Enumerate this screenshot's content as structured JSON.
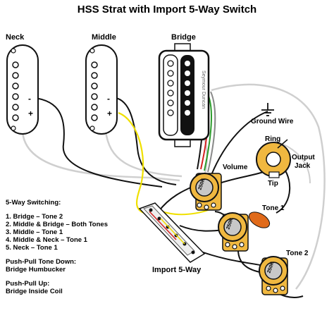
{
  "title": "HSS Strat with Import 5-Way Switch",
  "labels": {
    "neck": "Neck",
    "middle": "Middle",
    "bridge": "Bridge",
    "ground_wire": "Ground Wire",
    "ring": "Ring",
    "tip": "Tip",
    "output_jack": "Output",
    "output_jack_2": "Jack",
    "volume": "Volume",
    "tone1": "Tone 1",
    "tone2": "Tone 2",
    "switch": "Import 5-Way",
    "pot_value_volume": "250K",
    "pot_value_tone1": "250K",
    "pot_value_tone2": "250K",
    "humbucker_brand": "Seymour Duncan",
    "minus": "-",
    "plus": "+"
  },
  "switching": {
    "heading": "5-Way Switching:",
    "items": [
      "1. Bridge – Tone 2",
      "2. Middle & Bridge – Both Tones",
      "3. Middle – Tone 1",
      "4. Middle & Neck – Tone 1",
      "5. Neck – Tone 1"
    ]
  },
  "push_pull": {
    "down_heading": "Push-Pull Tone Down:",
    "down_value": "Bridge Humbucker",
    "up_heading": "Push-Pull Up:",
    "up_value": "Bridge Inside Coil"
  },
  "colors": {
    "wire_black": "#111111",
    "wire_white": "#cfcfcf",
    "wire_yellow": "#f0e000",
    "wire_red": "#d42020",
    "wire_green": "#2a9a2a",
    "wire_gray": "#8a8a8a",
    "pot_body": "#f0b840",
    "pot_shaft": "#c8c8c8",
    "cap": "#e06a1a",
    "jack_body": "#f0b840"
  }
}
